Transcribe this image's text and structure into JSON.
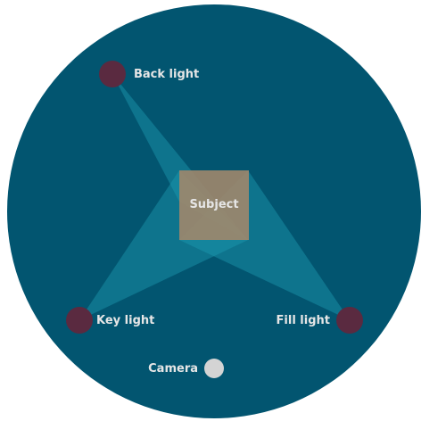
{
  "colors": {
    "background_circle": "#025570",
    "beam": "#1c9bb2",
    "light": "#5a2a40",
    "subject": "#a0876b",
    "camera": "#d4d4d4",
    "label": "#e6e6e6"
  },
  "subject": {
    "label": "Subject"
  },
  "lights": {
    "back": {
      "label": "Back light",
      "icon": "light-dot-icon"
    },
    "key": {
      "label": "Key light",
      "icon": "light-dot-icon"
    },
    "fill": {
      "label": "Fill light",
      "icon": "light-dot-icon"
    }
  },
  "camera": {
    "label": "Camera",
    "icon": "camera-dot-icon"
  }
}
